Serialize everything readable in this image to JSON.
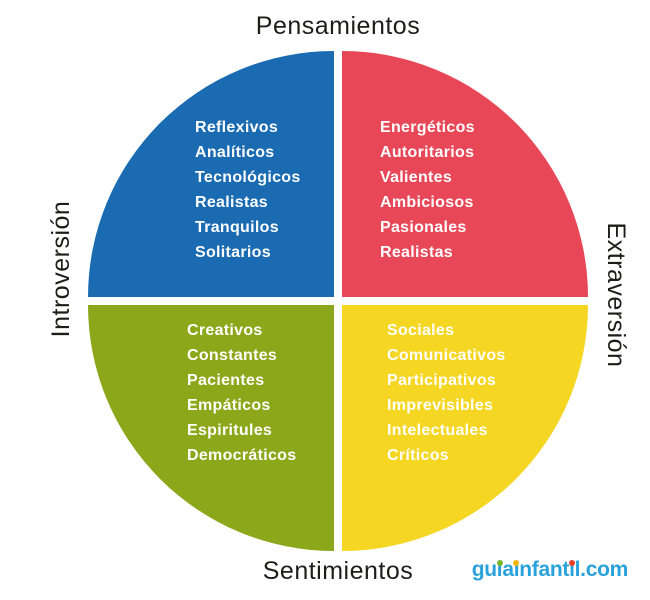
{
  "axes": {
    "top": "Pensamientos",
    "bottom": "Sentimientos",
    "left": "Introversión",
    "right": "Extraversión"
  },
  "quadrants": [
    {
      "color": "#1a6bb2",
      "traits": [
        "Reflexivos",
        "Analíticos",
        "Tecnológicos",
        "Realistas",
        "Tranquilos",
        "Solitarios"
      ]
    },
    {
      "color": "#e84757",
      "traits": [
        "Energéticos",
        "Autoritarios",
        "Valientes",
        "Ambiciosos",
        "Pasionales",
        "Realistas"
      ]
    },
    {
      "color": "#8ca71a",
      "traits": [
        "Creativos",
        "Constantes",
        "Pacientes",
        "Empáticos",
        "Espiritules",
        "Democráticos"
      ]
    },
    {
      "color": "#f5d622",
      "traits": [
        "Sociales",
        "Comunicativos",
        "Participativos",
        "Imprevisibles",
        "Intelectuales",
        "Críticos"
      ]
    }
  ],
  "logo": {
    "text": "guiainfantil.com",
    "color": "#29a2db",
    "segments": [
      {
        "text": "gu"
      },
      {
        "text": "i",
        "dot_color": "#76b82a"
      },
      {
        "text": "a"
      },
      {
        "text": "i",
        "dot_color": "#f2b705"
      },
      {
        "text": "nfant"
      },
      {
        "text": "i",
        "dot_color": "#e6402a"
      },
      {
        "text": "l.com"
      }
    ]
  }
}
